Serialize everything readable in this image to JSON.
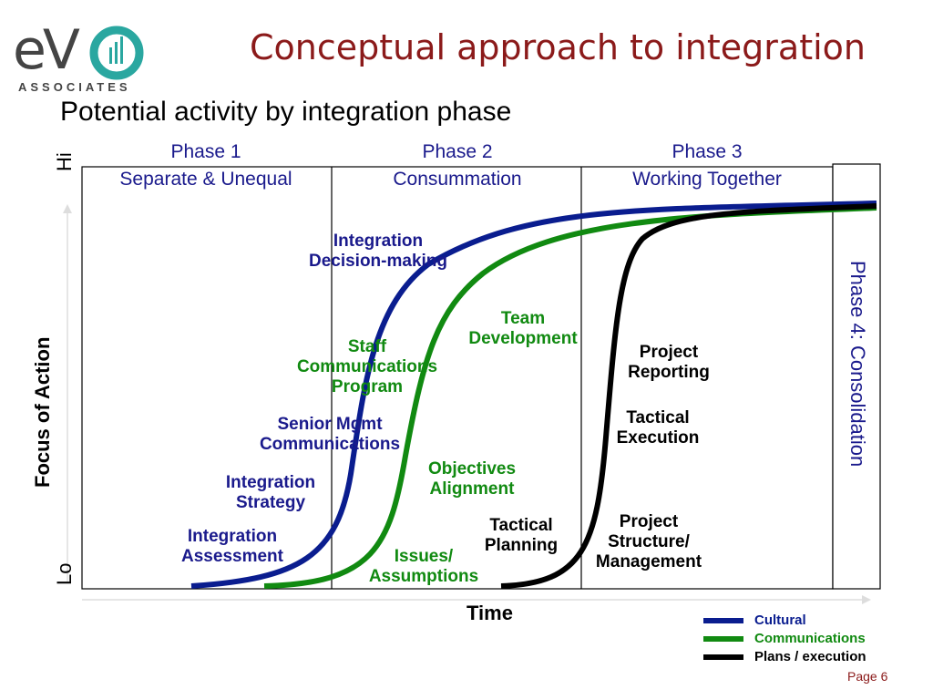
{
  "logo": {
    "text_main": "eV",
    "text_sub": "ASSOCIATES"
  },
  "title": "Conceptual approach to integration",
  "subtitle": "Potential activity by integration phase",
  "phases": [
    {
      "name": "Phase 1",
      "desc": "Separate & Unequal"
    },
    {
      "name": "Phase 2",
      "desc": "Consummation"
    },
    {
      "name": "Phase 3",
      "desc": "Working Together"
    }
  ],
  "phase4": "Phase 4: Consolidation",
  "axis": {
    "hi": "Hi",
    "lo": "Lo",
    "y": "Focus of Action",
    "x": "Time"
  },
  "labels": {
    "integration_assessment": [
      "Integration",
      "Assessment"
    ],
    "integration_strategy": [
      "Integration",
      "Strategy"
    ],
    "senior_mgmt": [
      "Senior Mgmt",
      "Communications"
    ],
    "staff_comm": [
      "Staff",
      "Communications",
      "Program"
    ],
    "integration_decision": [
      "Integration",
      "Decision-making"
    ],
    "team_dev": [
      "Team",
      "Development"
    ],
    "objectives": [
      "Objectives",
      "Alignment"
    ],
    "issues": [
      "Issues/",
      "Assumptions"
    ],
    "tactical_planning": [
      "Tactical",
      "Planning"
    ],
    "project_structure": [
      "Project",
      "Structure/",
      "Management"
    ],
    "tactical_execution": [
      "Tactical",
      "Execution"
    ],
    "project_reporting": [
      "Project",
      "Reporting"
    ]
  },
  "legend": [
    {
      "name": "Cultural",
      "color": "#0a1d8f"
    },
    {
      "name": "Communications",
      "color": "#118a11"
    },
    {
      "name": "Plans / execution",
      "color": "#000000"
    }
  ],
  "page": "Page 6"
}
